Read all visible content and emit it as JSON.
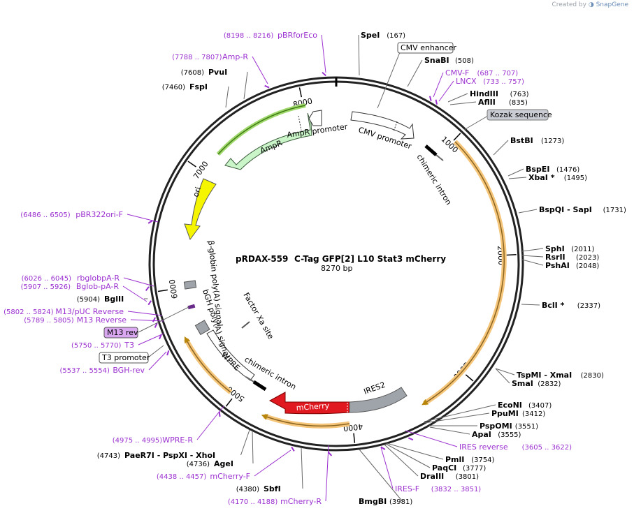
{
  "watermark": {
    "prefix": "Created by",
    "brand": "SnapGene"
  },
  "plasmid": {
    "name": "pRDAX-559",
    "title_rest": "C-Tag GFP[2] L10 Stat3 mCherry",
    "size_text": "8270 bp",
    "length": 8270
  },
  "ticks": [
    "1000",
    "2000",
    "3000",
    "4000",
    "5000",
    "6000",
    "7000",
    "8000"
  ],
  "enzymes": [
    {
      "name": "SpeI",
      "pos": "(167)",
      "site": 167
    },
    {
      "name": "SnaBI",
      "pos": "(508)",
      "site": 508
    },
    {
      "name": "HindIII",
      "pos": "(763)",
      "site": 763
    },
    {
      "name": "AflII",
      "pos": "(835)",
      "site": 835
    },
    {
      "name": "BstBI",
      "pos": "(1273)",
      "site": 1273
    },
    {
      "name": "BspEI",
      "pos": "(1476)",
      "site": 1476
    },
    {
      "name": "XbaI *",
      "pos": "(1495)",
      "site": 1495
    },
    {
      "name": "BspQI - SapI",
      "pos": "(1731)",
      "site": 1731
    },
    {
      "name": "SphI",
      "pos": "(2011)",
      "site": 2011
    },
    {
      "name": "RsrII",
      "pos": "(2023)",
      "site": 2023
    },
    {
      "name": "PshAI",
      "pos": "(2048)",
      "site": 2048
    },
    {
      "name": "BclI *",
      "pos": "(2337)",
      "site": 2337
    },
    {
      "name": "TspMI - XmaI",
      "pos": "(2830)",
      "site": 2830
    },
    {
      "name": "SmaI",
      "pos": "(2832)",
      "site": 2832
    },
    {
      "name": "EcoNI",
      "pos": "(3407)",
      "site": 3407
    },
    {
      "name": "PpuMI",
      "pos": "(3412)",
      "site": 3412
    },
    {
      "name": "PspOMI",
      "pos": "(3551)",
      "site": 3551
    },
    {
      "name": "ApaI",
      "pos": "(3555)",
      "site": 3555
    },
    {
      "name": "PmlI",
      "pos": "(3754)",
      "site": 3754
    },
    {
      "name": "PaqCI",
      "pos": "(3777)",
      "site": 3777
    },
    {
      "name": "DraIII",
      "pos": "(3801)",
      "site": 3801
    },
    {
      "name": "BmgBI",
      "pos": "(3981)",
      "site": 3981
    },
    {
      "name": "SbfI",
      "pos": "(4380)",
      "site": 4380
    },
    {
      "name": "AgeI",
      "pos": "(4736)",
      "site": 4736
    },
    {
      "name": "PaeR7I - PspXI - XhoI",
      "pos": "(4743)",
      "site": 4743
    },
    {
      "name": "BglII",
      "pos": "(5904)",
      "site": 5904
    },
    {
      "name": "FspI",
      "pos": "(7460)",
      "site": 7460
    },
    {
      "name": "PvuI",
      "pos": "(7608)",
      "site": 7608
    }
  ],
  "primers": [
    {
      "name": "pBRforEco",
      "range": "(8198 .. 8216)",
      "site": 8207
    },
    {
      "name": "Amp-R",
      "range": "(7788 .. 7807)",
      "site": 7797
    },
    {
      "name": "CMV-F",
      "range": "(687 .. 707)",
      "site": 697
    },
    {
      "name": "LNCX",
      "range": "(733 .. 757)",
      "site": 745
    },
    {
      "name": "pBR322ori-F",
      "range": "(6486 .. 6505)",
      "site": 6495
    },
    {
      "name": "rbglobpA-R",
      "range": "(6026 .. 6045)",
      "site": 6035
    },
    {
      "name": "Bglob-pA-R",
      "range": "(5907 .. 5926)",
      "site": 5916
    },
    {
      "name": "M13/pUC Reverse",
      "range": "(5802 .. 5824)",
      "site": 5813
    },
    {
      "name": "M13 Reverse",
      "range": "(5789 .. 5805)",
      "site": 5797
    },
    {
      "name": "T3",
      "range": "(5750 .. 5770)",
      "site": 5760
    },
    {
      "name": "BGH-rev",
      "range": "(5537 .. 5554)",
      "site": 5545
    },
    {
      "name": "WPRE-R",
      "range": "(4975 .. 4995)",
      "site": 4985
    },
    {
      "name": "mCherry-F",
      "range": "(4438 .. 4457)",
      "site": 4447
    },
    {
      "name": "mCherry-R",
      "range": "(4170 .. 4188)",
      "site": 4179
    },
    {
      "name": "IRES-F",
      "range": "(3832 .. 3851)",
      "site": 3841
    },
    {
      "name": "IRES reverse",
      "range": "(3605 .. 3622)",
      "site": 3613
    }
  ],
  "boxed_labels": [
    {
      "name": "CMV enhancer",
      "style": "white"
    },
    {
      "name": "Kozak sequence",
      "style": "gray"
    },
    {
      "name": "M13 rev",
      "style": "purple"
    },
    {
      "name": "T3 promoter",
      "style": "white"
    }
  ],
  "features": [
    {
      "name": "AmpR",
      "color": "#c9f5c9"
    },
    {
      "name": "AmpR promoter",
      "color": "#ffffff"
    },
    {
      "name": "CMV promoter",
      "color": "#ffffff"
    },
    {
      "name": "chimeric intron",
      "color": "#000000"
    },
    {
      "name": "ori",
      "color": "#f5f500"
    },
    {
      "name": "β-globin poly(A) signal",
      "color": "#9fa4aa"
    },
    {
      "name": "bGH poly(A) signal",
      "color": "#9fa4aa"
    },
    {
      "name": "Factor Xa site",
      "color": "#000000"
    },
    {
      "name": "WPRE",
      "color": "#ffffff"
    },
    {
      "name": "chimeric intron",
      "color": "#000000"
    },
    {
      "name": "mCherry",
      "color": "#e0181f"
    },
    {
      "name": "IRES2",
      "color": "#9fa4aa"
    }
  ]
}
